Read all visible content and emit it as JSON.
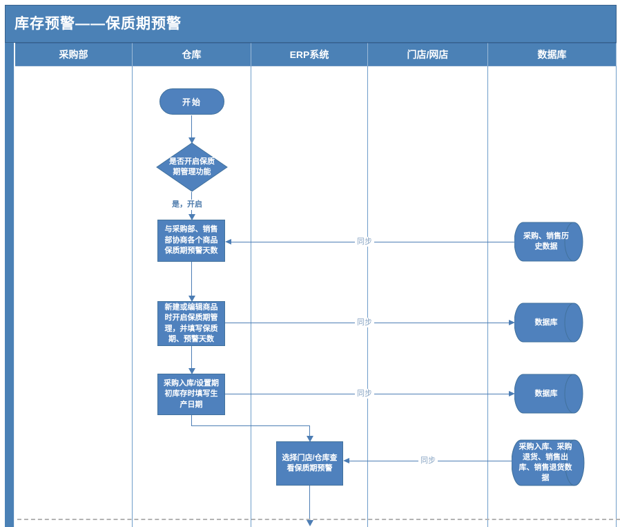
{
  "title": "库存预警——保质期预警",
  "lanes": [
    {
      "label": "采购部"
    },
    {
      "label": "仓库"
    },
    {
      "label": "ERP系统"
    },
    {
      "label": "门店/网店"
    },
    {
      "label": "数据库"
    }
  ],
  "flow": {
    "start": "开始",
    "decision": "是否开启保质期管理功能",
    "decision_branch": "是，开启",
    "step_negotiate": "与采购部、销售部协商各个商品保质期预警天数",
    "step_create": "新建或编辑商品时开启保质期管理，并填写保质期、预警天数",
    "step_inbound": "采购入库/设置期初库存时填写生产日期",
    "step_view": "选择门店/仓库查看保质期预警"
  },
  "datastores": [
    {
      "label": "采购、销售历史数据"
    },
    {
      "label": "数据库"
    },
    {
      "label": "数据库"
    },
    {
      "label": "采购入库、采购退货、销售出库、销售退货数据"
    }
  ],
  "connector_labels": {
    "sync1": "同步",
    "sync2": "同步",
    "sync3": "同步",
    "sync4": "同步"
  },
  "colors": {
    "header_blue": "#4b81b6",
    "shape_fill": "#4f81bd",
    "shape_stroke": "#41719c",
    "connector": "#4c7db4",
    "lane_line": "#6e9cc9",
    "sync_text": "#8aa6c4",
    "branch_text": "#4f7cac",
    "dash_color": "#b3b3b3"
  }
}
